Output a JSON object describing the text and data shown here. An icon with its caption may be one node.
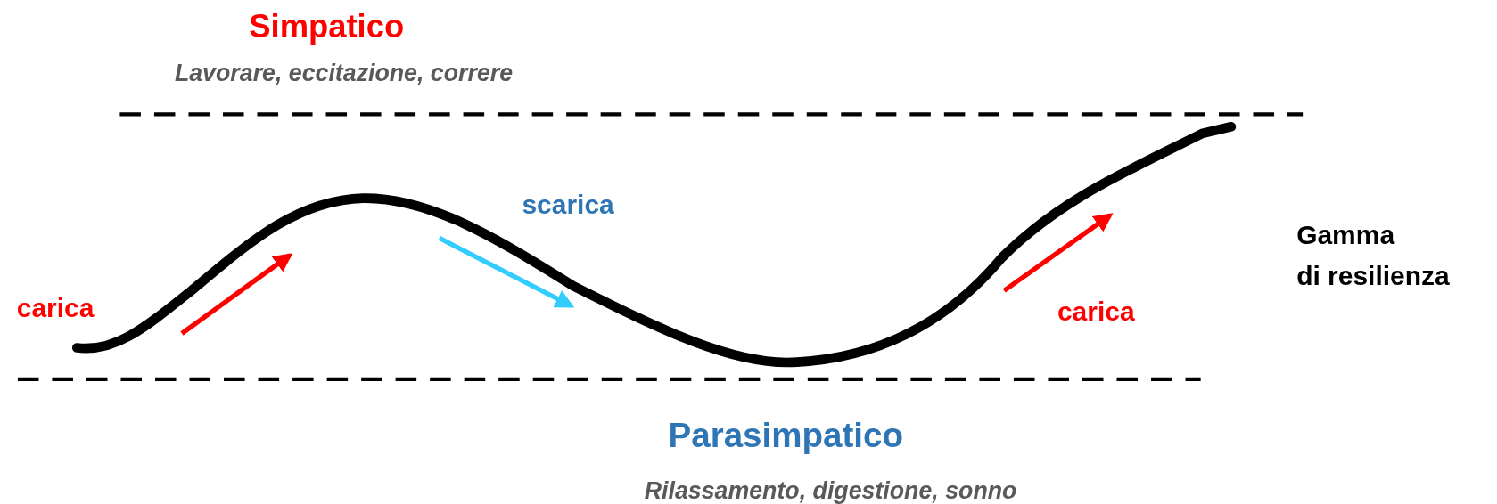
{
  "diagram": {
    "labels": [
      "Simpatico",
      "Lavorare, eccitazione, correre",
      "scarica",
      "Gamma di resilienza",
      "carica",
      "carica",
      "Parasimpatico",
      "Rilassamento, digestione, sonno"
    ]
  }
}
